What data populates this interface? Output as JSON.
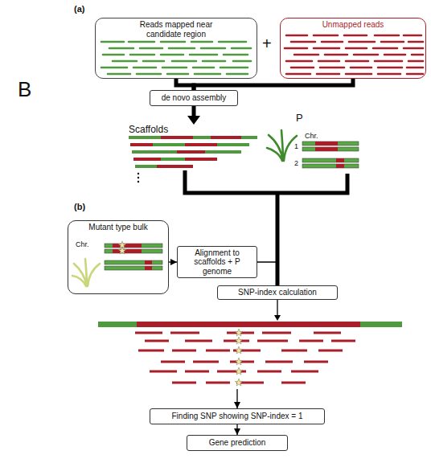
{
  "diagram": {
    "nodes": [
      {
        "text": [
          "Reads mapped near candidate region"
        ]
      },
      {
        "text": [
          "Unmapped reads"
        ]
      },
      {
        "text": [
          "de novo assembly"
        ]
      },
      {
        "text": [
          "Mutant type bulk"
        ]
      },
      {
        "text": [
          "Alignment to scaffolds + P genome"
        ]
      },
      {
        "text": [
          "SNP-index calculation"
        ]
      },
      {
        "text": [
          "Finding SNP showing SNP-index = 1"
        ]
      },
      {
        "text": [
          "Gene prediction"
        ]
      }
    ],
    "edges": [
      {
        "from": 0,
        "to": 2,
        "arrow": "none"
      },
      {
        "from": 1,
        "to": 2,
        "arrow": "none"
      },
      {
        "from": 3,
        "to": 4,
        "arrow": "to"
      },
      {
        "from": 4,
        "to": 5,
        "arrow": "none"
      },
      {
        "from": 5,
        "to": 6,
        "arrow": "to"
      },
      {
        "from": 6,
        "to": 7,
        "arrow": "to"
      }
    ],
    "labels": [
      "(a)",
      "B",
      "+",
      "Scaffolds",
      "P",
      "Chr.",
      "1",
      "2",
      "(b)",
      "Chr."
    ]
  }
}
